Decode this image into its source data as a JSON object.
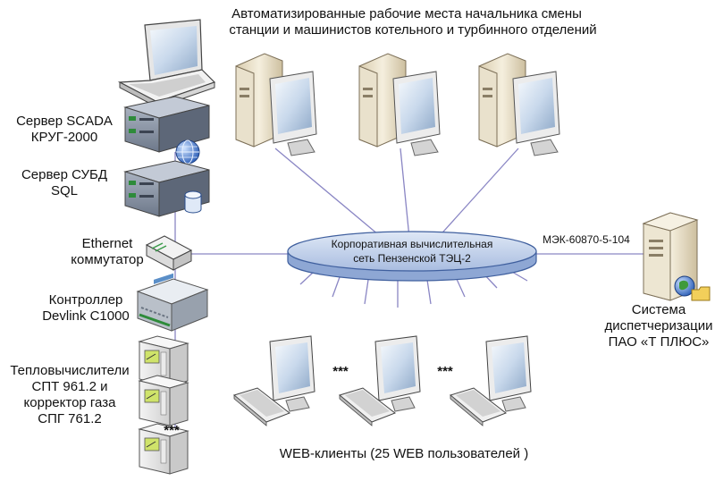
{
  "header": {
    "line1": "Автоматизированные рабочие места начальника смены",
    "line2": "станции и машинистов котельного и турбинного отделений"
  },
  "left_labels": {
    "scada_line1": "Сервер SCADA",
    "scada_line2": "КРУГ-2000",
    "dbms_line1": "Сервер СУБД",
    "dbms_line2": "SQL",
    "switch_line1": "Ethernet",
    "switch_line2": "коммутатор",
    "controller_line1": "Контроллер",
    "controller_line2": "Devlink C1000",
    "meters_line1": "Тепловычислители",
    "meters_line2": "СПТ 961.2 и",
    "meters_line3": "корректор газа",
    "meters_line4": "СПГ 761.2",
    "meters_more": "***"
  },
  "network": {
    "line1": "Корпоративная вычислительная",
    "line2": "сеть Пензенской ТЭЦ-2"
  },
  "protocol": "МЭК-60870-5-104",
  "dispatch": {
    "line1": "Система",
    "line2": "диспетчеризации",
    "line3": "ПАО «Т ПЛЮС»"
  },
  "web_clients": {
    "label": "WEB-клиенты (25 WEB пользователей )",
    "ellipsis_1": "***",
    "ellipsis_2": "***"
  },
  "colors": {
    "network_fill": "#b8c9e6",
    "network_edge": "#3f5f9e",
    "links": "#8a86c4",
    "server": "#8b96a8",
    "meter": "#e8e8e8",
    "screen": "#bcd0e8"
  }
}
